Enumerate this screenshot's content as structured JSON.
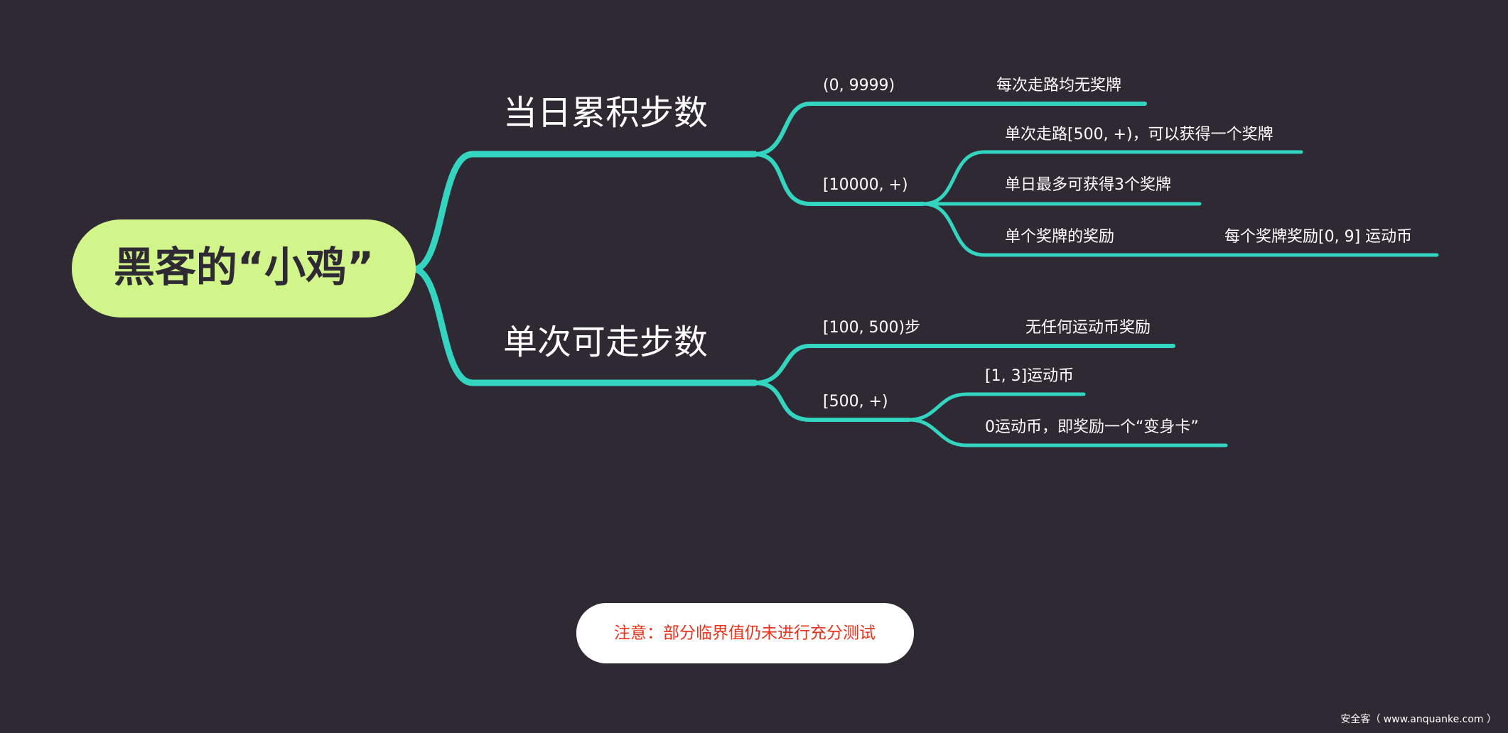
{
  "colors": {
    "background": "#2e2933",
    "line": "#33d4c0",
    "root_fill": "#d1f58a",
    "note_text": "#e8341c"
  },
  "root": {
    "label": "黑客的“小鸡”"
  },
  "branches": [
    {
      "label": "当日累积步数",
      "children": [
        {
          "label": "(0, 9999)",
          "children": [
            {
              "label": "每次走路均无奖牌"
            }
          ]
        },
        {
          "label": "[10000, +)",
          "children": [
            {
              "label": "单次走路[500, +)，可以获得一个奖牌"
            },
            {
              "label": "单日最多可获得3个奖牌"
            },
            {
              "label": "单个奖牌的奖励",
              "children": [
                {
                  "label": "每个奖牌奖励[0, 9] 运动币"
                }
              ]
            }
          ]
        }
      ]
    },
    {
      "label": "单次可走步数",
      "children": [
        {
          "label": "[100, 500)步",
          "children": [
            {
              "label": "无任何运动币奖励"
            }
          ]
        },
        {
          "label": "[500, +)",
          "children": [
            {
              "label": "[1, 3]运动币"
            },
            {
              "label": "0运动币，即奖励一个“变身卡”"
            }
          ]
        }
      ]
    }
  ],
  "note": {
    "label": "注意：部分临界值仍未进行充分测试"
  },
  "watermark": "安全客（ www.anquanke.com ）"
}
